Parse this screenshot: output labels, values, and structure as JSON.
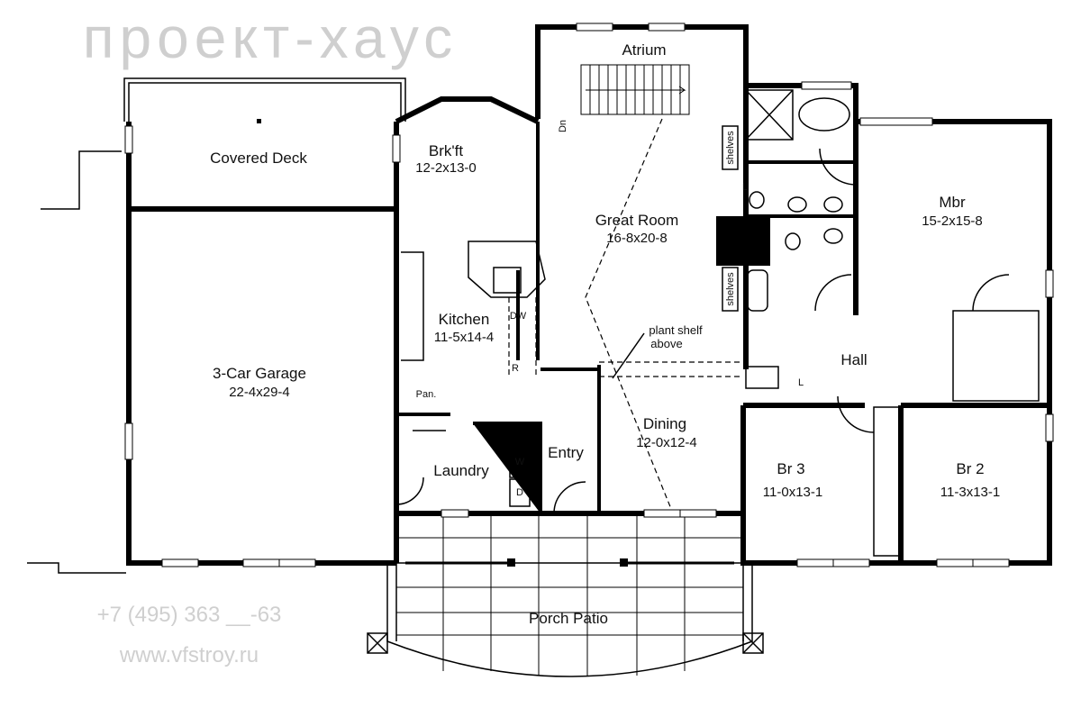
{
  "rooms": {
    "atrium": {
      "name": "Atrium"
    },
    "covered_deck": {
      "name": "Covered Deck"
    },
    "breakfast": {
      "name": "Brk'ft",
      "size": "12-2x13-0"
    },
    "great_room": {
      "name": "Great Room",
      "size": "16-8x20-8"
    },
    "master_bedroom": {
      "name": "Mbr",
      "size": "15-2x15-8"
    },
    "kitchen": {
      "name": "Kitchen",
      "size": "11-5x14-4"
    },
    "garage": {
      "name": "3-Car Garage",
      "size": "22-4x29-4"
    },
    "hall": {
      "name": "Hall"
    },
    "dining": {
      "name": "Dining",
      "size": "12-0x12-4"
    },
    "entry": {
      "name": "Entry"
    },
    "laundry": {
      "name": "Laundry"
    },
    "bedroom3": {
      "name": "Br 3",
      "size": "11-0x13-1"
    },
    "bedroom2": {
      "name": "Br 2",
      "size": "11-3x13-1"
    },
    "porch_patio": {
      "name": "Porch Patio"
    }
  },
  "fixtures": {
    "pantry": "Pan.",
    "dishwasher": "DW",
    "refrigerator": "R",
    "washer": "W",
    "dryer": "D",
    "stairs_down": "Dn",
    "linen1": "L",
    "linen2": "L",
    "shelves": "shelves",
    "plant_shelf_1": "plant shelf",
    "plant_shelf_2": "above"
  },
  "watermark": {
    "brand": "проект-хаус",
    "phone": "+7 (495) 363 __-63",
    "url": "www.vfstroy.ru"
  }
}
